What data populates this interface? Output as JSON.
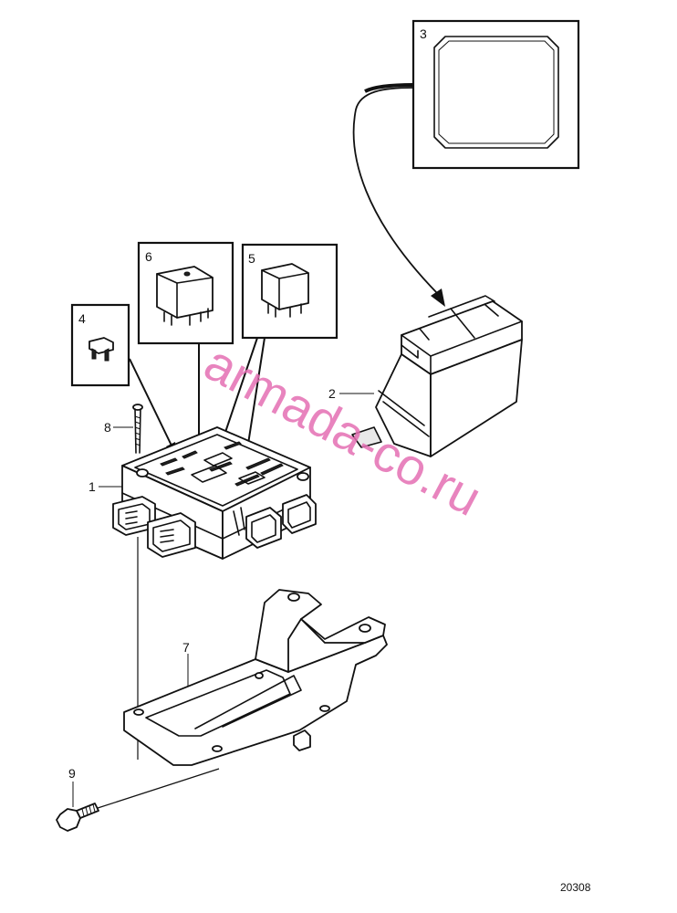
{
  "watermark": "armada-co.ru",
  "figure_id": "20308",
  "callouts": [
    {
      "id": "c1",
      "label": "1"
    },
    {
      "id": "c2",
      "label": "2"
    },
    {
      "id": "c3",
      "label": "3"
    },
    {
      "id": "c4",
      "label": "4"
    },
    {
      "id": "c5",
      "label": "5"
    },
    {
      "id": "c6",
      "label": "6"
    },
    {
      "id": "c7",
      "label": "7"
    },
    {
      "id": "c8",
      "label": "8"
    },
    {
      "id": "c9",
      "label": "9"
    }
  ],
  "colors": {
    "line": "#111111",
    "watermark": "#e46fb3",
    "background": "#ffffff"
  }
}
